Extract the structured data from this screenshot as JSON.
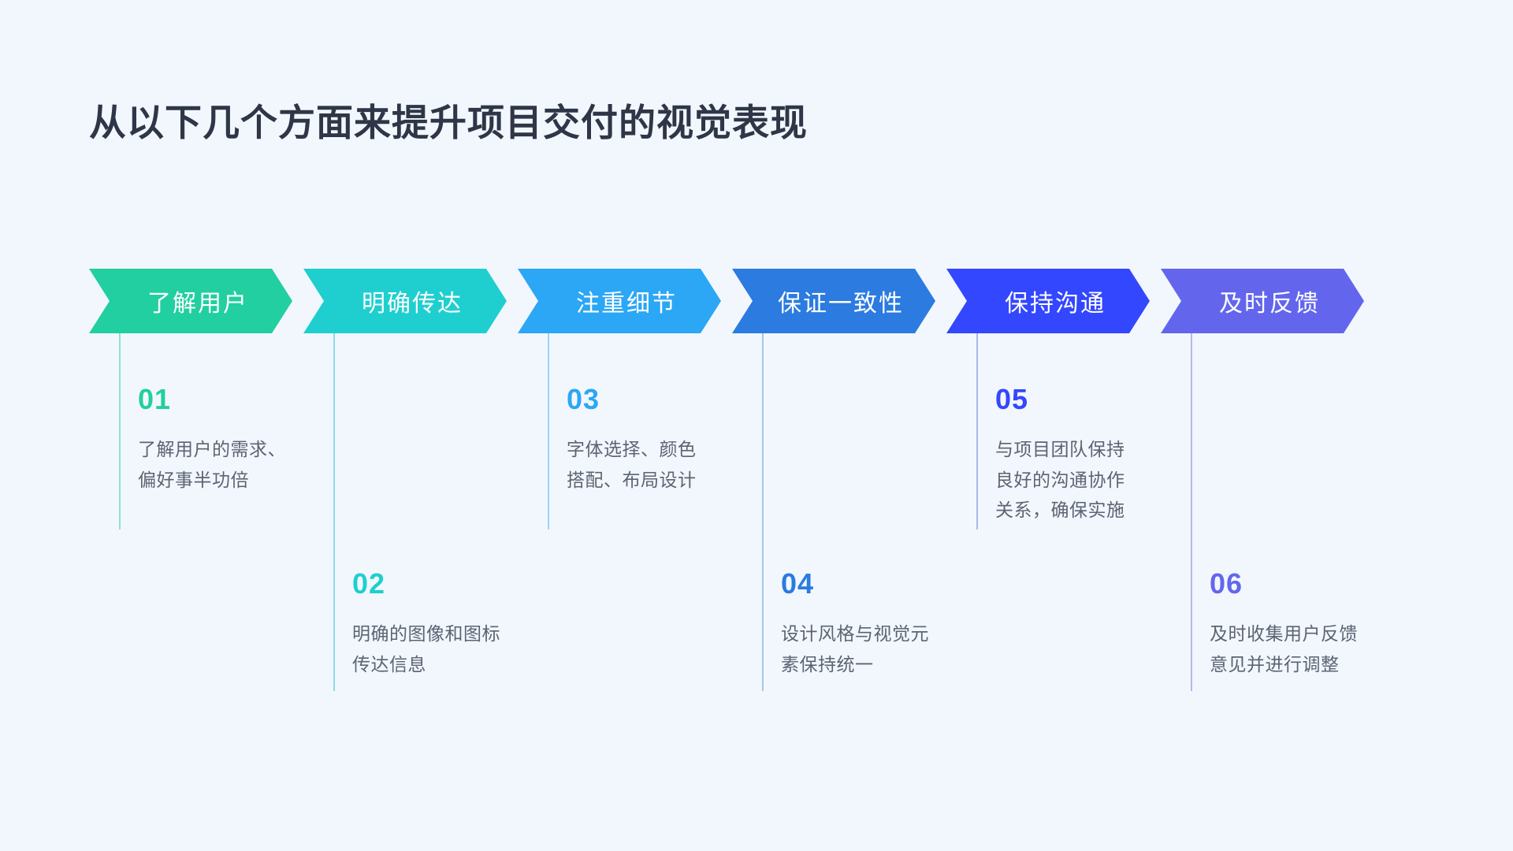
{
  "page": {
    "title": "从以下几个方面来提升项目交付的视觉表现",
    "background_color": "#f2f7fd",
    "title_color": "#2e3647",
    "body_text_color": "#5c6473"
  },
  "steps": [
    {
      "number": "01",
      "chevron_label": "了解用户",
      "description": "了解用户的需求、\n偏好事半功倍",
      "color": "#22cfa0",
      "line_color": "#8fe2c9",
      "row": "top"
    },
    {
      "number": "02",
      "chevron_label": "明确传达",
      "description": "明确的图像和图标\n传达信息",
      "color": "#1fcfcf",
      "line_color": "#8ed9ec",
      "row": "bottom"
    },
    {
      "number": "03",
      "chevron_label": "注重细节",
      "description": "字体选择、颜色\n搭配、布局设计",
      "color": "#2ba7f5",
      "line_color": "#9ed3f3",
      "row": "top"
    },
    {
      "number": "04",
      "chevron_label": "保证一致性",
      "description": "设计风格与视觉元\n素保持统一",
      "color": "#2b7be0",
      "line_color": "#a8c6e8",
      "row": "bottom"
    },
    {
      "number": "05",
      "chevron_label": "保持沟通",
      "description": "与项目团队保持\n良好的沟通协作\n关系，确保实施",
      "color": "#3347ff",
      "line_color": "#aeb6ef",
      "row": "top"
    },
    {
      "number": "06",
      "chevron_label": "及时反馈",
      "description": "及时收集用户反馈\n意见并进行调整",
      "color": "#6366ed",
      "line_color": "#b4b5ef",
      "row": "bottom"
    }
  ]
}
